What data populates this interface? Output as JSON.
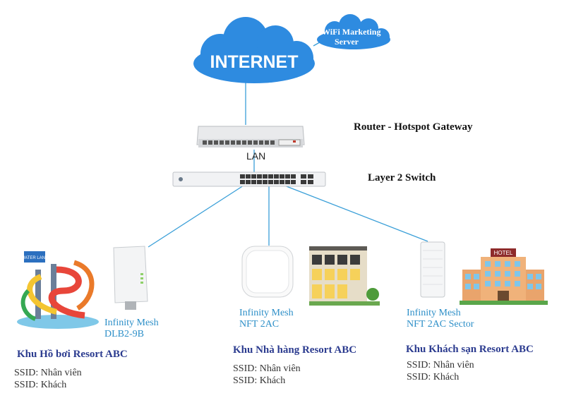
{
  "cloud": {
    "label": "INTERNET",
    "color": "#2e8be0"
  },
  "server_cloud": {
    "line1": "WiFi Marketing",
    "line2": "Server"
  },
  "router": {
    "label": "Router - Hotspot Gateway"
  },
  "lan": {
    "label": "LAN"
  },
  "switch": {
    "label": "Layer 2 Switch"
  },
  "devices": [
    {
      "line1": "Infinity Mesh",
      "line2": "DLB2-9B"
    },
    {
      "line1": "Infinity Mesh",
      "line2": "NFT 2AC"
    },
    {
      "line1": "Infinity Mesh",
      "line2": "NFT 2AC Sector"
    }
  ],
  "zones": [
    {
      "title": "Khu Hồ bơi Resort ABC",
      "ssid1": "SSID: Nhân viên",
      "ssid2": "SSID: Khách"
    },
    {
      "title": "Khu Nhà hàng Resort ABC",
      "ssid1": "SSID: Nhân viên",
      "ssid2": "SSID: Khách"
    },
    {
      "title": "Khu Khách sạn Resort ABC",
      "ssid1": "SSID: Nhân viên",
      "ssid2": "SSID: Khách"
    }
  ],
  "hotel_sign": "HOTEL",
  "park_sign": "WATER LAND",
  "colors": {
    "wire": "#3a9fd8",
    "title_blue": "#2b3b8f",
    "device_text": "#2d8fc8"
  }
}
